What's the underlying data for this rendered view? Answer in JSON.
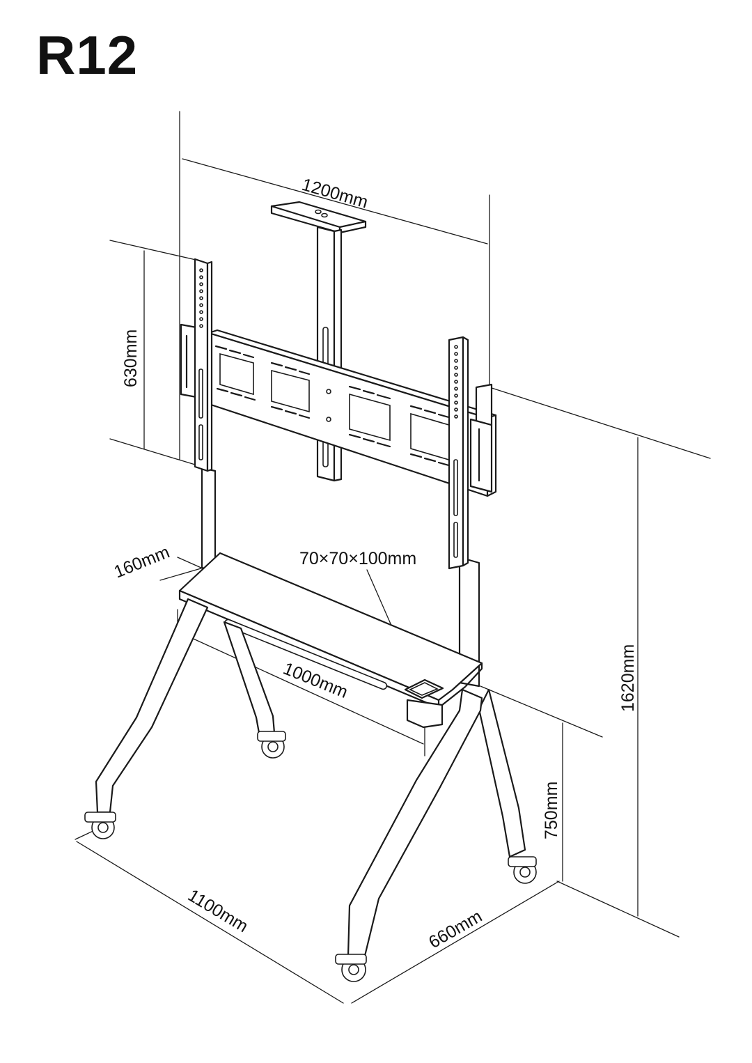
{
  "model": "R12",
  "dimensions": {
    "top_width": "1200mm",
    "panel_height": "630mm",
    "shelf_depth": "160mm",
    "box_size": "70×70×100mm",
    "shelf_width": "1000mm",
    "total_height": "1620mm",
    "shelf_height": "750mm",
    "base_width": "1100mm",
    "base_depth": "660mm"
  }
}
